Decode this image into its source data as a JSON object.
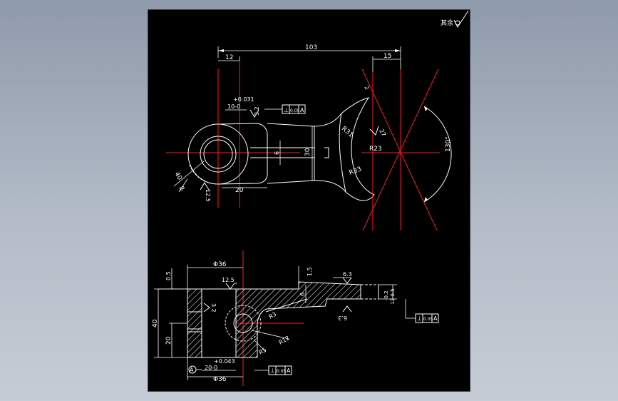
{
  "colors": {
    "background": "#000000",
    "geometry": "#ffffff",
    "centerline": "#ff1a1a"
  },
  "corner": {
    "rough_symbol": "其余",
    "icon": "surface-roughness-icon"
  },
  "top_view": {
    "dims": {
      "total_length": "103",
      "boss_offset": "12",
      "fork_offset": "15",
      "small_tol_upper": "+0.031",
      "small_tol_lower": "10-0",
      "rough_a": "3.2",
      "rough_b": "12.5",
      "diam40": "40",
      "diam_b": "8",
      "width_20": "20",
      "web_6": "6",
      "height_30": "30",
      "r_fork_outer": "R31",
      "r_fork_mid": "R23",
      "r_fork_inner": "R33",
      "slot_tol": "27",
      "angle_2": "2",
      "angle_130": "130°"
    },
    "tolerance_frame": {
      "symbol": "⊥",
      "value": "0.05",
      "datum": "A"
    }
  },
  "section_view": {
    "dims": {
      "dia36_top": "Φ36",
      "dia36_bottom": "Φ36",
      "dim_05": "0.5",
      "rough_125": "12.5",
      "dim_15": "1.5",
      "rough_63_top": "6.3",
      "rough_63_bottom": "6.3",
      "rough_32": "3.2",
      "dim_6": "6",
      "tol_02": "-0.2",
      "tol_02b": "12-0.5",
      "height_40": "40",
      "height_20": "20",
      "r_3": "R3",
      "r_12": "R12",
      "r_5": "R5",
      "bore_tol_upper": "+0.043",
      "bore_tol_lower": "20-0",
      "datum_a": "A"
    },
    "tolerance_frame_mid": {
      "symbol": "⊥",
      "value": "0.05",
      "datum": "A"
    },
    "tolerance_frame_right": {
      "symbol": "⊥",
      "value": "0.05",
      "datum": "A"
    }
  }
}
